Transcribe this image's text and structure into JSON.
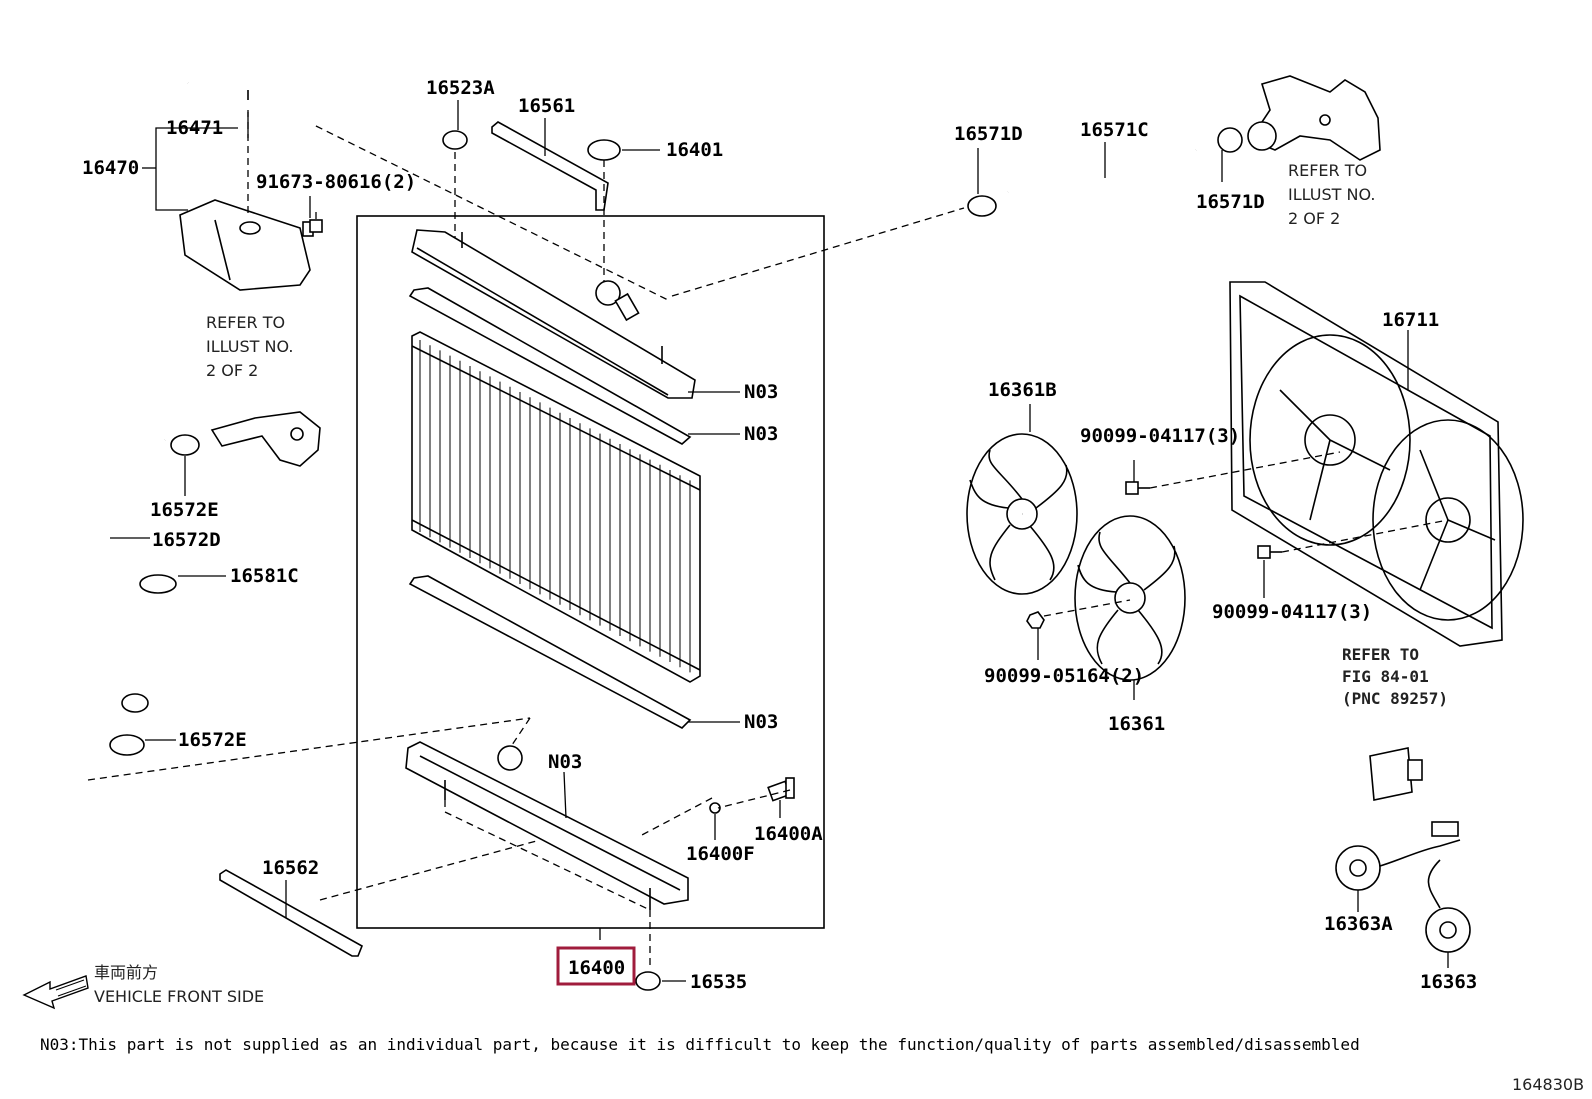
{
  "parts": {
    "p16471": "16471",
    "p16470": "16470",
    "p91673": "91673-80616(2)",
    "p16523A": "16523A",
    "p16561": "16561",
    "p16401": "16401",
    "p16571D_a": "16571D",
    "p16571C": "16571C",
    "p16571D_b": "16571D",
    "p16711": "16711",
    "p16361B": "16361B",
    "p90099_04117_a": "90099-04117(3)",
    "p90099_04117_b": "90099-04117(3)",
    "p90099_05164": "90099-05164(2)",
    "p16361": "16361",
    "p16572E_a": "16572E",
    "p16572D": "16572D",
    "p16581C": "16581C",
    "p16572E_b": "16572E",
    "p16562": "16562",
    "p16400": "16400",
    "p16535": "16535",
    "p16400F": "16400F",
    "p16400A": "16400A",
    "p16363A": "16363A",
    "p16363": "16363",
    "n03_a": "N03",
    "n03_b": "N03",
    "n03_c": "N03",
    "n03_d": "N03"
  },
  "refs": {
    "ref_left": [
      "REFER TO",
      "ILLUST NO.",
      "2 OF 2"
    ],
    "ref_top_right": [
      "REFER TO",
      "ILLUST NO.",
      "2 OF 2"
    ],
    "ref_fig": [
      "REFER TO",
      "FIG 84-01",
      "(PNC 89257)"
    ]
  },
  "vehicle_front": {
    "jp": "車両前方",
    "en": "VEHICLE FRONT SIDE"
  },
  "footnote": "N03:This part is not supplied as an individual part, because it is difficult to keep the function/quality of parts assembled/disassembled",
  "diagram_id": "164830B",
  "highlight_color": "#a01c3c"
}
